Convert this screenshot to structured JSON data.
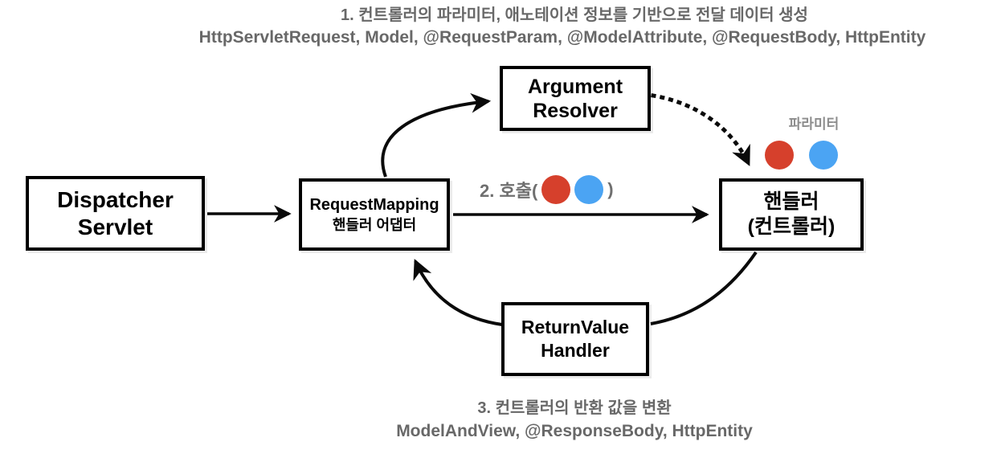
{
  "notes": {
    "top": {
      "line1": "1. 컨트롤러의 파라미터, 애노테이션 정보를 기반으로 전달 데이터 생성",
      "line2": "HttpServletRequest, Model, @RequestParam, @ModelAttribute, @RequestBody, HttpEntity"
    },
    "bottom": {
      "line1": "3. 컨트롤러의 반환 값을 변환",
      "line2": "ModelAndView, @ResponseBody, HttpEntity"
    }
  },
  "boxes": {
    "dispatcher_servlet": {
      "line1": "Dispatcher",
      "line2": "Servlet"
    },
    "request_mapping_adapter": {
      "line1": "RequestMapping",
      "line2": "핸들러 어댑터"
    },
    "argument_resolver": {
      "line1": "Argument",
      "line2": "Resolver"
    },
    "handler": {
      "line1": "핸들러",
      "line2": "(컨트롤러)"
    },
    "return_value_handler": {
      "line1": "ReturnValue",
      "line2": "Handler"
    }
  },
  "labels": {
    "parameter": "파라미터",
    "call_prefix": "2. 호출(",
    "call_suffix": ")"
  },
  "colors": {
    "dot_red": "#d6402c",
    "dot_blue": "#4ba4f3",
    "note_gray": "#686868",
    "param_gray": "#8d8d8d",
    "call_gray": "#6f6f6f",
    "line_black": "#0a0a0a"
  }
}
